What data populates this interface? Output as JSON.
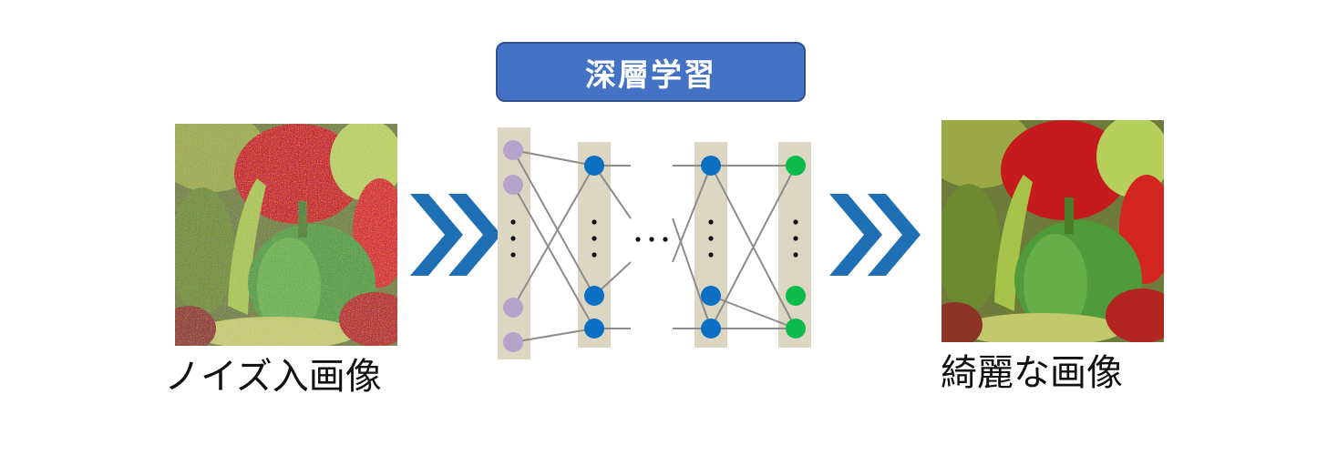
{
  "title": "深層学習",
  "input_caption": "ノイズ入画像",
  "output_caption": "綺麗な画像",
  "colors": {
    "title_bg": "#4472c4",
    "layer_bg": "#dbd7c2",
    "input_node": "#b6a3cc",
    "hidden_node": "#0b6fc3",
    "output_node": "#0dbb4a",
    "arrow": "#1f6fb4",
    "edge": "#8c8c8c"
  }
}
